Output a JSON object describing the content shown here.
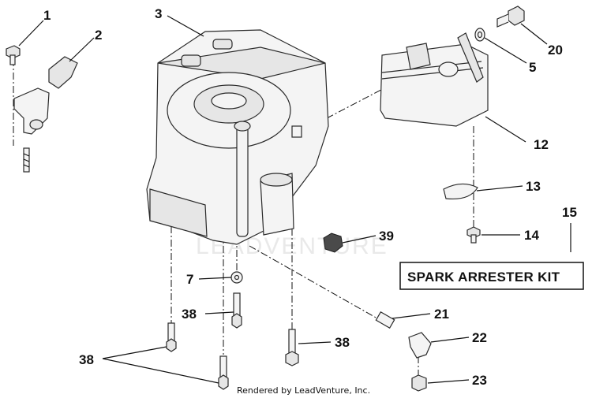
{
  "callouts": {
    "c1": "1",
    "c2": "2",
    "c3": "3",
    "c20": "20",
    "c5": "5",
    "c12": "12",
    "c13": "13",
    "c15": "15",
    "c14": "14",
    "c39": "39",
    "c7": "7",
    "c38a": "38",
    "c21": "21",
    "c22": "22",
    "c38b": "38",
    "c38c": "38",
    "c23": "23"
  },
  "kit_label": "SPARK ARRESTER KIT",
  "watermark": "LEADVENTURE",
  "footer": "Rendered by LeadVenture, Inc."
}
